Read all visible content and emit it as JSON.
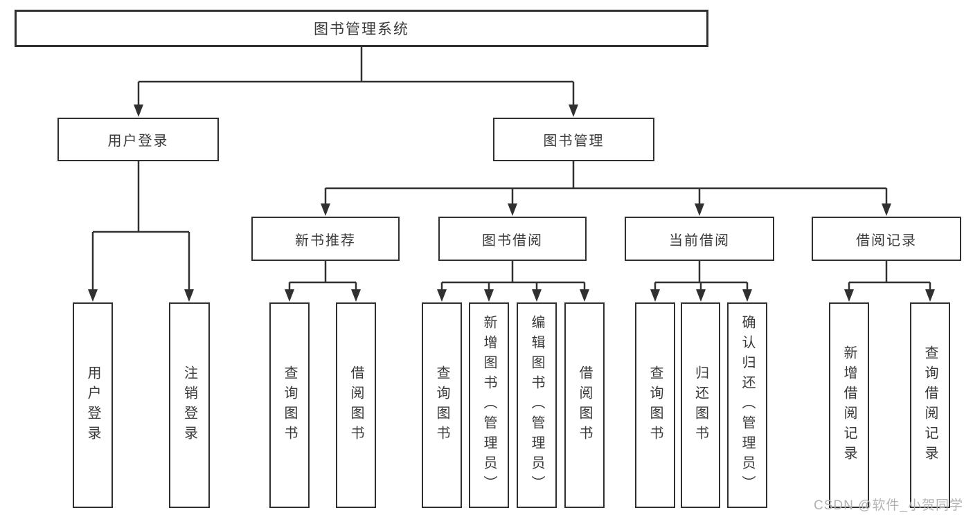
{
  "diagram": {
    "root": {
      "label": "图书管理系统"
    },
    "level2": {
      "user_login": {
        "label": "用户登录"
      },
      "book_mgmt": {
        "label": "图书管理"
      }
    },
    "level3": {
      "new_book_rec": {
        "label": "新书推荐"
      },
      "book_borrow": {
        "label": "图书借阅"
      },
      "current_borrow": {
        "label": "当前借阅"
      },
      "borrow_records": {
        "label": "借阅记录"
      }
    },
    "leaves": {
      "user_login": {
        "label": "用户登录"
      },
      "logout": {
        "label": "注销登录"
      },
      "nb_query_book": {
        "label": "查询图书"
      },
      "nb_borrow_book": {
        "label": "借阅图书"
      },
      "bb_query_book": {
        "label": "查询图书"
      },
      "bb_add_book": {
        "label": "新增图书（管理员）"
      },
      "bb_edit_book": {
        "label": "编辑图书（管理员）"
      },
      "bb_borrow_book": {
        "label": "借阅图书"
      },
      "cb_query_book": {
        "label": "查询图书"
      },
      "cb_return_book": {
        "label": "归还图书"
      },
      "cb_confirm_return": {
        "label": "确认归还（管理员）"
      },
      "br_add_record": {
        "label": "新增借阅记录"
      },
      "br_query_record": {
        "label": "查询借阅记录"
      }
    }
  },
  "watermark": {
    "text": "CSDN @软件_小贺同学"
  },
  "colors": {
    "line": "#303030",
    "text": "#3a3a3a",
    "background": "#ffffff",
    "watermark": "#b3b3b3"
  }
}
